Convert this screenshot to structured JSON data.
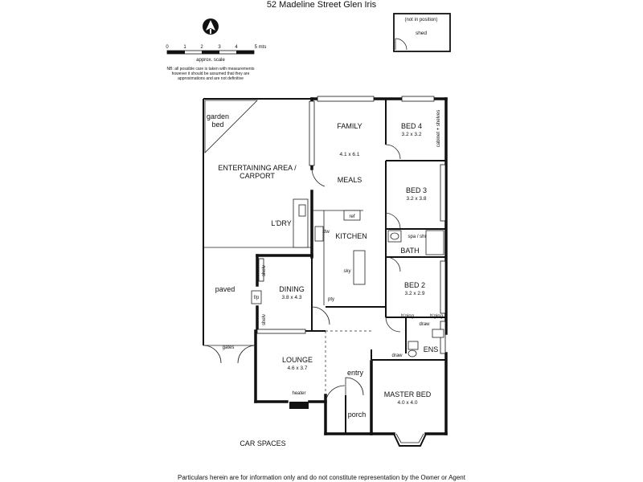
{
  "header": {
    "title": "52 Madeline Street Glen Iris"
  },
  "scale": {
    "ticks": [
      "0",
      "1",
      "2",
      "3",
      "4",
      "5 mts"
    ],
    "label": "approx. scale",
    "note_lines": [
      "NB: all possible care is taken with measurements",
      "however it should be assumed that they are",
      "approximations and are not definitive"
    ]
  },
  "shed": {
    "note": "(not in position)",
    "label": "shed"
  },
  "rooms": {
    "garden_bed": [
      "garden",
      "bed"
    ],
    "entertaining": [
      "ENTERTAINING AREA /",
      "CARPORT"
    ],
    "family": {
      "name": "FAMILY",
      "dims": "4.1 x 6.1"
    },
    "meals": "MEALS",
    "bed4": {
      "name": "BED 4",
      "dims": "3.2 x 3.2"
    },
    "cabinet": "cabinet + shelves",
    "bed3": {
      "name": "BED 3",
      "dims": "3.2 x 3.8"
    },
    "ldry": "L'DRY",
    "ref": "ref",
    "dw": "dw",
    "kitchen": "KITCHEN",
    "sky": "sky",
    "spa": "spa / shr",
    "bath": "BATH",
    "paved": "paved",
    "shelv": "shelv",
    "fp": "f/p",
    "dining": {
      "name": "DINING",
      "dims": "3.8 x 4.3"
    },
    "pty": "pty",
    "bed2": {
      "name": "BED 2",
      "dims": "3.2 x 2.9"
    },
    "hging": "h'ging",
    "draw": "draw",
    "ens": "ENS",
    "gates": "gates",
    "lounge": {
      "name": "LOUNGE",
      "dims": "4.6 x 3.7"
    },
    "entry": "entry",
    "heater": "heater",
    "master": {
      "name": "MASTER BED",
      "dims": "4.0 x 4.0"
    },
    "porch": "porch",
    "car": "CAR SPACES"
  },
  "footer": {
    "disclaimer": "Particulars herein are for information only and do not constitute representation by the Owner or Agent"
  }
}
